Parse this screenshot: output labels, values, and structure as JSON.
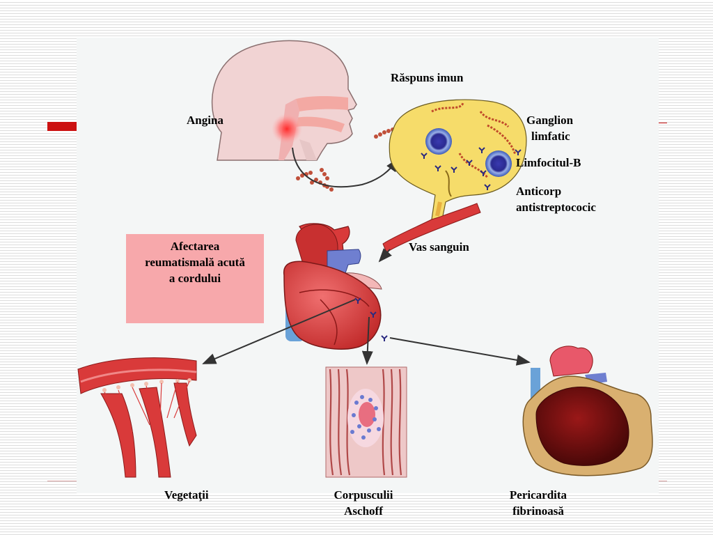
{
  "labels": {
    "raspuns_imun": "Răspuns imun",
    "angina": "Angina",
    "ganglion_line1": "Ganglion",
    "ganglion_line2": "limfatic",
    "limfocitul": "Limfocitul-B",
    "anticorp_line1": "Anticorp",
    "anticorp_line2": "antistreptococic",
    "vas_sanguin": "Vas sanguin",
    "afectarea_line1": "Afectarea",
    "afectarea_line2": "reumatismală acută",
    "afectarea_line3": "a cordului",
    "vegetatii": "Vegetaţii",
    "corpusculii_line1": "Corpusculii",
    "corpusculii_line2": "Aschoff",
    "pericardita_line1": "Pericardita",
    "pericardita_line2": "fibrinoasă"
  },
  "colors": {
    "accent_red": "#cc1111",
    "box_pink": "#f7a8ab",
    "node_yellow": "#f6dc6a",
    "heart_red": "#d93a3a",
    "vessel_blue": "#6f7fd0"
  }
}
